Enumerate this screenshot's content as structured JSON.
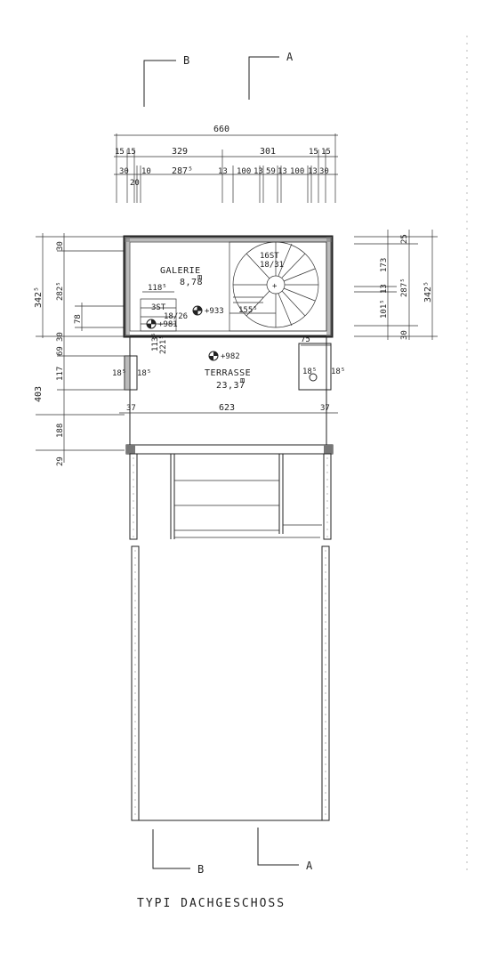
{
  "drawing_title": "TYPI  DACHGESCHOSS",
  "section_marks": {
    "b": "B",
    "a": "A"
  },
  "rooms": {
    "galerie": {
      "name": "GALERIE",
      "area": "8,78"
    },
    "terrasse": {
      "name": "TERRASSE",
      "area": "23,37"
    },
    "stair_main": {
      "steps": "16ST",
      "ratio": "18/31"
    },
    "stair_small": {
      "steps": "3ST",
      "ratio": "18/26"
    }
  },
  "levels": {
    "galerie": "+933",
    "terrasse": "+982",
    "stair_landing": "+981"
  },
  "top_dims": {
    "overall": "660",
    "row2": [
      "15",
      "15",
      "329",
      "301",
      "15",
      "15"
    ],
    "row3": [
      "30",
      "10",
      "287⁵",
      "13",
      "100",
      "13",
      "59",
      "13",
      "100",
      "13",
      "30"
    ],
    "row3_below": "20"
  },
  "left_dims": [
    "30",
    "282⁵",
    "342⁵",
    "78",
    "30",
    "69",
    "117",
    "403",
    "188",
    "29"
  ],
  "right_dims": [
    "25",
    "173",
    "13",
    "101⁵",
    "287⁵",
    "342⁵",
    "30"
  ],
  "interior_dims": [
    "118⁵",
    "155⁵",
    "113⁵",
    "221⁵",
    "75",
    "37",
    "623",
    "37",
    "18⁵",
    "18⁵",
    "18⁵",
    "18⁵"
  ]
}
